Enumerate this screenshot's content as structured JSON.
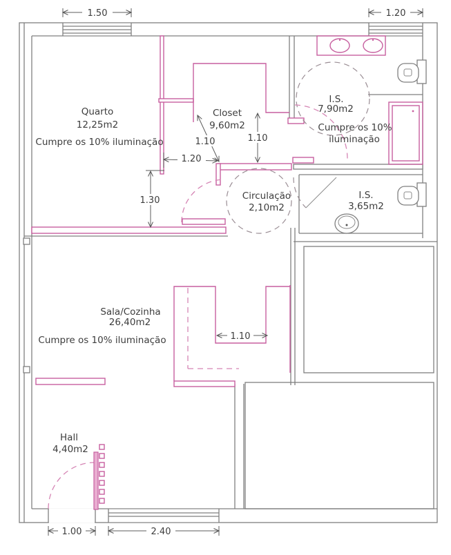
{
  "drawing": {
    "type": "architectural-floor-plan",
    "language": "pt"
  },
  "rooms": {
    "quarto": {
      "name": "Quarto",
      "area": "12,25m2",
      "note": "Cumpre os 10% iluminação"
    },
    "closet": {
      "name": "Closet",
      "area": "9,60m2"
    },
    "is_top": {
      "name": "I.S.",
      "area": "7,90m2",
      "note1": "Cumpre os 10%",
      "note2": "iluminação"
    },
    "is_small": {
      "name": "I.S.",
      "area": "3,65m2"
    },
    "circulacao": {
      "name": "Circulação",
      "area": "2,10m2"
    },
    "sala": {
      "name": "Sala/Cozinha",
      "area": "26,40m2",
      "note": "Cumpre os 10% iluminação"
    },
    "hall": {
      "name": "Hall",
      "area": "4,40m2"
    }
  },
  "dimensions": {
    "window_quarto": "1.50",
    "window_is": "1.20",
    "closet_diag": "1.10",
    "closet_vert": "1.10",
    "quarto_opening": "1.20",
    "quarto_wall": "1.30",
    "kitchen_opening": "1.10",
    "entry_door": "1.00",
    "window_sala": "2.40"
  },
  "fixtures": [
    "double-sink-vanity",
    "toilet",
    "shower-box",
    "toilet",
    "washbasin",
    "kitchen-counter",
    "wardrobe",
    "entry-door-leaf",
    "interior-door-leaf",
    "entry-square-rack",
    "turning-circle",
    "turning-circle"
  ],
  "colors": {
    "wall_gray": "#7f7f7f",
    "wall_pink": "#c75f9f",
    "dash_pink": "#d584b4",
    "dash_gray": "#9a8d94",
    "text": "#3d3d3d"
  }
}
